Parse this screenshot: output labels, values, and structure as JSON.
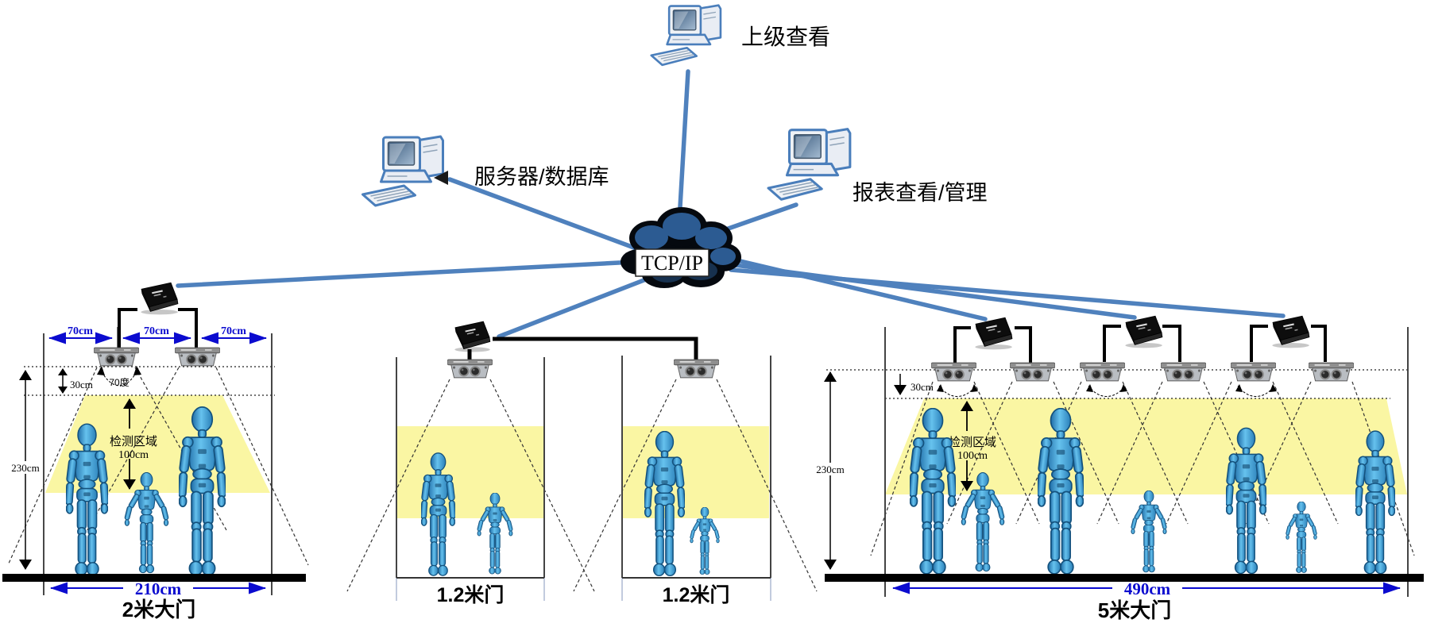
{
  "network": {
    "hq_viewer_label": "上级查看",
    "server_db_label": "服务器/数据库",
    "report_mgmt_label": "报表查看/管理",
    "cloud_label": "TCP/IP"
  },
  "gate_2m": {
    "title": "2米大门",
    "door_width": "210cm",
    "install_height": "230cm",
    "sensor_spacing": [
      "70cm",
      "70cm",
      "70cm"
    ],
    "offset_below_ceiling": "30cm",
    "beam_angle": "70度",
    "detection_zone": "检测区域",
    "detection_zone_height": "100cm"
  },
  "door_1_2m_left": {
    "title": "1.2米门"
  },
  "door_1_2m_right": {
    "title": "1.2米门"
  },
  "gate_5m": {
    "title": "5米大门",
    "door_width": "490cm",
    "install_height": "230cm",
    "offset_below_ceiling": "30cm",
    "detection_zone": "检测区域",
    "detection_zone_height": "100cm"
  },
  "colors": {
    "link_blue": "#4f81bd",
    "measure_blue": "#0b0bcf",
    "zone_yellow": "#faf6a3",
    "figure_blue": "#2f86bd",
    "cloud_dark": "#11243f"
  }
}
